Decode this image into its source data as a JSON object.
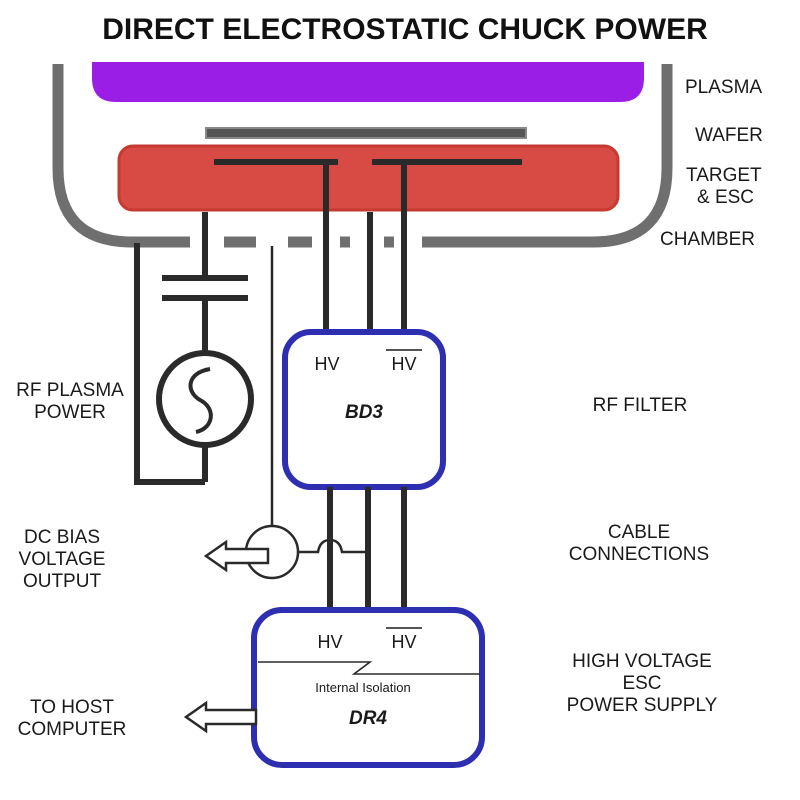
{
  "title": "DIRECT ELECTROSTATIC CHUCK POWER",
  "labels": {
    "plasma": "PLASMA",
    "wafer": "WAFER",
    "target_line1": "TARGET",
    "target_line2": "& ESC",
    "chamber": "CHAMBER",
    "rf_power_line1": "RF PLASMA",
    "rf_power_line2": "POWER",
    "rf_filter": "RF FILTER",
    "dc_bias_line1": "DC BIAS",
    "dc_bias_line2": "VOLTAGE",
    "dc_bias_line3": "OUTPUT",
    "cable_line1": "CABLE",
    "cable_line2": "CONNECTIONS",
    "hv_supply_line1": "HIGH VOLTAGE",
    "hv_supply_line2": "ESC",
    "hv_supply_line3": "POWER SUPPLY",
    "host_line1": "TO HOST",
    "host_line2": "COMPUTER"
  },
  "bd3": {
    "name": "BD3",
    "hv": "HV",
    "hv_bar": "HV"
  },
  "dr4": {
    "name": "DR4",
    "hv": "HV",
    "hv_bar": "HV",
    "isolation": "Internal Isolation"
  },
  "colors": {
    "plasma": "#9a1ee6",
    "target": "#d84a44",
    "target_border": "#c63a32",
    "box_border": "#2d2fb0",
    "chamber": "#6f6f6f",
    "wire": "#2a2a2a"
  }
}
